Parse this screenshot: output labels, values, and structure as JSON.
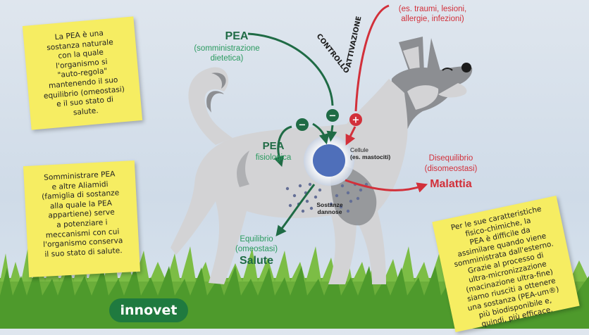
{
  "chart_data": {
    "type": "diagram",
    "notes": {
      "top_left": [
        "La PEA è una",
        "sostanza naturale",
        "con la quale",
        "l'organismo si",
        "\"auto-regola\"",
        "mantenendo il suo",
        "equilibrio (omeostasi)",
        "e il suo stato di",
        "salute."
      ],
      "bottom_left": [
        "Somministrare PEA",
        "e altre Aliamidi",
        "(famiglia di sostanze",
        "alla quale la PEA",
        "appartiene) serve",
        "a potenziare i",
        "meccanismi con cui",
        "l'organismo conserva",
        "il suo stato di salute."
      ],
      "bottom_right": [
        "Per le sue caratteristiche",
        "fisico-chimiche, la",
        "PEA è difficile da",
        "assimilare quando viene",
        "somministrata dall'esterno.",
        "Grazie al processo di",
        "ultra-micronizzazione",
        "(macinazione ultra-fine)",
        "siamo riusciti a ottenere",
        "una sostanza (PEA-um®)",
        "più biodisponibile e,",
        "quindi, più efficace."
      ]
    },
    "pea_external": {
      "title": "PEA",
      "sub1": "(somministrazione",
      "sub2": "dietetica)"
    },
    "controllo": "CONTROLLO",
    "attivazione": "ATTIVAZIONE",
    "triggers": {
      "line1": "(es. traumi, lesioni,",
      "line2": "allergie, infezioni)"
    },
    "pea_internal": {
      "title": "PEA",
      "sub": "fisiologica"
    },
    "cell": {
      "line1": "Cellule",
      "line2": "(es. mastociti)"
    },
    "harmful": {
      "line1": "Sostanze",
      "line2": "dannose"
    },
    "disease": {
      "line1": "Disequilibrio",
      "line2": "(disomeostasi)",
      "title": "Malattia"
    },
    "health": {
      "line1": "Equilibrio",
      "line2": "(omeostasi)",
      "title": "Salute"
    },
    "symbols": {
      "minus": "−",
      "plus": "+"
    },
    "brand": "innovet",
    "colors": {
      "green": "#1f6b45",
      "red": "#d2303a",
      "dog_light": "#d3d3d5",
      "dog_dark": "#8c8e92",
      "cell": "#4f6fba",
      "note": "#f6ed62"
    }
  }
}
